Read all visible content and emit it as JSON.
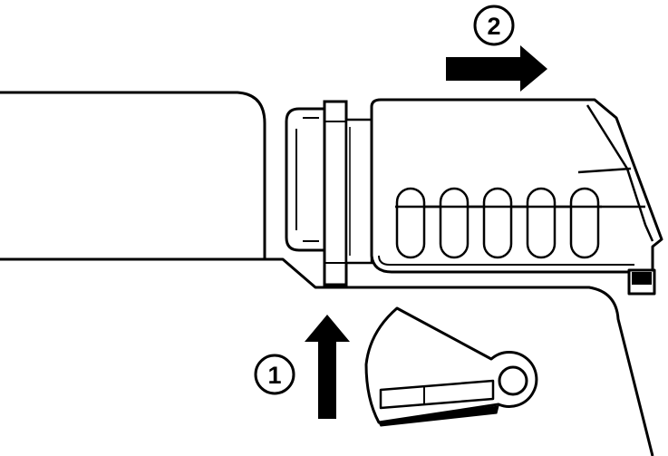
{
  "colors": {
    "ink": "#000000",
    "paper": "#ffffff"
  },
  "steps": [
    {
      "number": "1",
      "direction": "up",
      "icon": "arrow-up-icon"
    },
    {
      "number": "2",
      "direction": "right",
      "icon": "arrow-right-icon"
    }
  ]
}
